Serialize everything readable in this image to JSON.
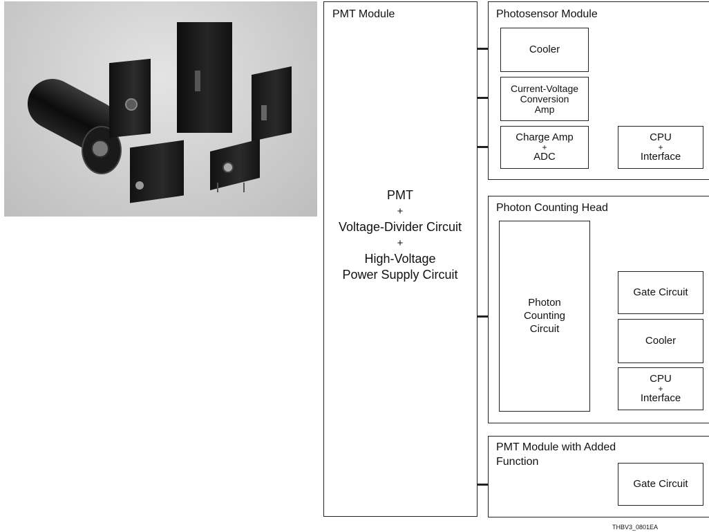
{
  "photo": {
    "description": ""
  },
  "pmt_module": {
    "title": "PMT Module",
    "center_lines": [
      "PMT",
      "+",
      "Voltage-Divider Circuit",
      "+",
      "High-Voltage",
      "Power Supply Circuit"
    ]
  },
  "photosensor_module": {
    "title": "Photosensor Module",
    "cooler": "Cooler",
    "cv_amp": [
      "Current-Voltage",
      "Conversion",
      "Amp"
    ],
    "charge_amp": [
      "Charge Amp",
      "+",
      "ADC"
    ],
    "cpu": [
      "CPU",
      "+",
      "Interface"
    ]
  },
  "photon_counting_head": {
    "title": "Photon Counting Head",
    "circuit": [
      "Photon",
      "Counting",
      "Circuit"
    ],
    "gate": "Gate Circuit",
    "cooler": "Cooler",
    "cpu": [
      "CPU",
      "+",
      "Interface"
    ]
  },
  "added_function": {
    "title_line1": "PMT Module with Added",
    "title_line2": "Function",
    "gate": "Gate Circuit"
  },
  "figure_code": "THBV3_0801EA"
}
